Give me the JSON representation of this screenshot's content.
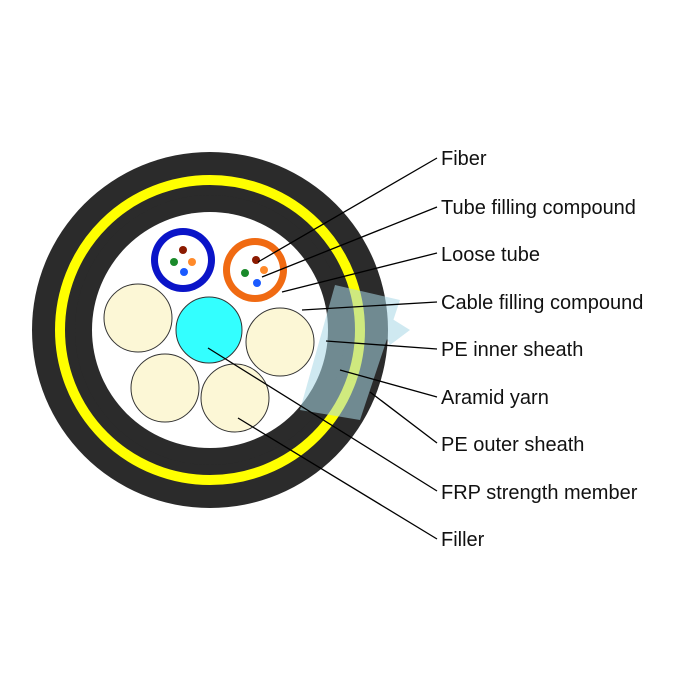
{
  "labels": {
    "fiber": "Fiber",
    "tube_filling_compound": "Tube filling compound",
    "loose_tube": "Loose tube",
    "cable_filling_compound": "Cable filling compound",
    "pe_inner_sheath": "PE inner sheath",
    "aramid_yarn": "Aramid yarn",
    "pe_outer_sheath": "PE outer sheath",
    "frp_strength_member": "FRP strength member",
    "filler": "Filler"
  },
  "colors": {
    "outer_sheath": "#2b2b2b",
    "aramid_yarn": "#ffff00",
    "inner_sheath": "#2b2b2b",
    "core_background": "#ffffff",
    "filler": "#fcf7d6",
    "frp": "#33ffff",
    "tube_blue": "#0a14c8",
    "tube_orange": "#f06a12",
    "fiber_red": "#8b1a00",
    "fiber_green": "#1a8a2a",
    "fiber_orange": "#ff8a2a",
    "fiber_blue": "#1a5aff",
    "watermark": "#a9d8e6"
  }
}
